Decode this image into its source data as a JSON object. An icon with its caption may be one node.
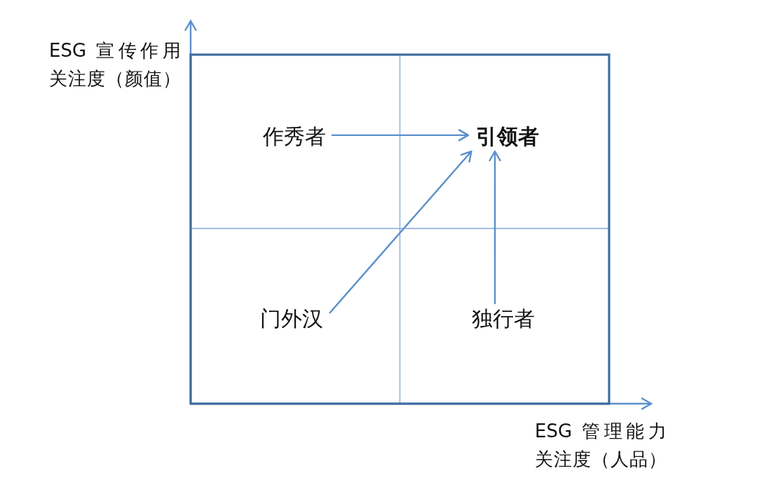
{
  "diagram": {
    "nodes": [
      {
        "text": [
          "作秀者"
        ]
      },
      {
        "text": [
          "引领者"
        ]
      },
      {
        "text": [
          "门外汉"
        ]
      },
      {
        "text": [
          "独行者"
        ]
      }
    ],
    "edges": [
      {
        "from": 0,
        "to": 1,
        "arrow": "to"
      },
      {
        "from": 2,
        "to": 1,
        "arrow": "to"
      },
      {
        "from": 3,
        "to": 1,
        "arrow": "to"
      }
    ],
    "labels": [
      "ESG 宣传作用关注度（颜值）",
      "ESG 管理能力关注度（人品）"
    ]
  }
}
